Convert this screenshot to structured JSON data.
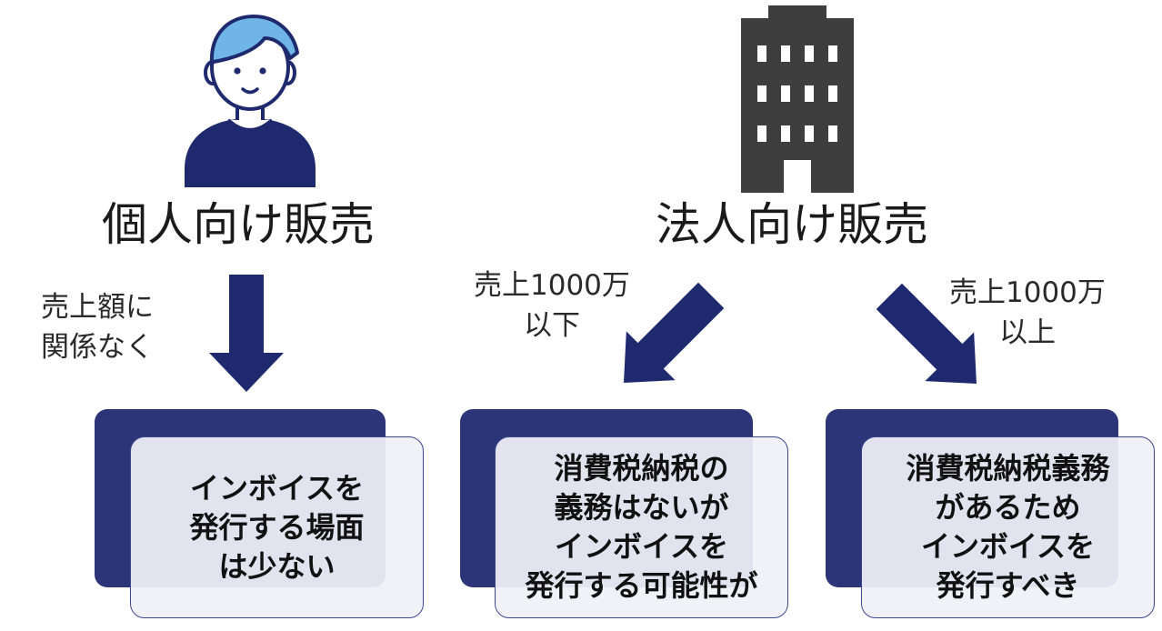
{
  "individual": {
    "heading": "個人向け販売",
    "arrow_label": [
      "売上額に",
      "関係なく"
    ],
    "result": [
      "インボイスを",
      "発行する場面",
      "は少ない"
    ]
  },
  "corporate": {
    "heading": "法人向け販売",
    "below_threshold": {
      "arrow_label": [
        "売上1000万",
        "以下"
      ],
      "result": [
        "消費税納税の",
        "義務はないが",
        "インボイスを",
        "発行する可能性が"
      ]
    },
    "above_threshold": {
      "arrow_label": [
        "売上1000万",
        "以上"
      ],
      "result": [
        "消費税納税義務",
        "があるため",
        "インボイスを",
        "発行すべき"
      ]
    }
  },
  "colors": {
    "navy": "#1f2a6e",
    "box_dark": "#2d3579",
    "person_hair": "#6fb6e6",
    "building": "#3e3e3e"
  },
  "icons": {
    "individual": "person-icon",
    "corporate": "office-building-icon"
  }
}
